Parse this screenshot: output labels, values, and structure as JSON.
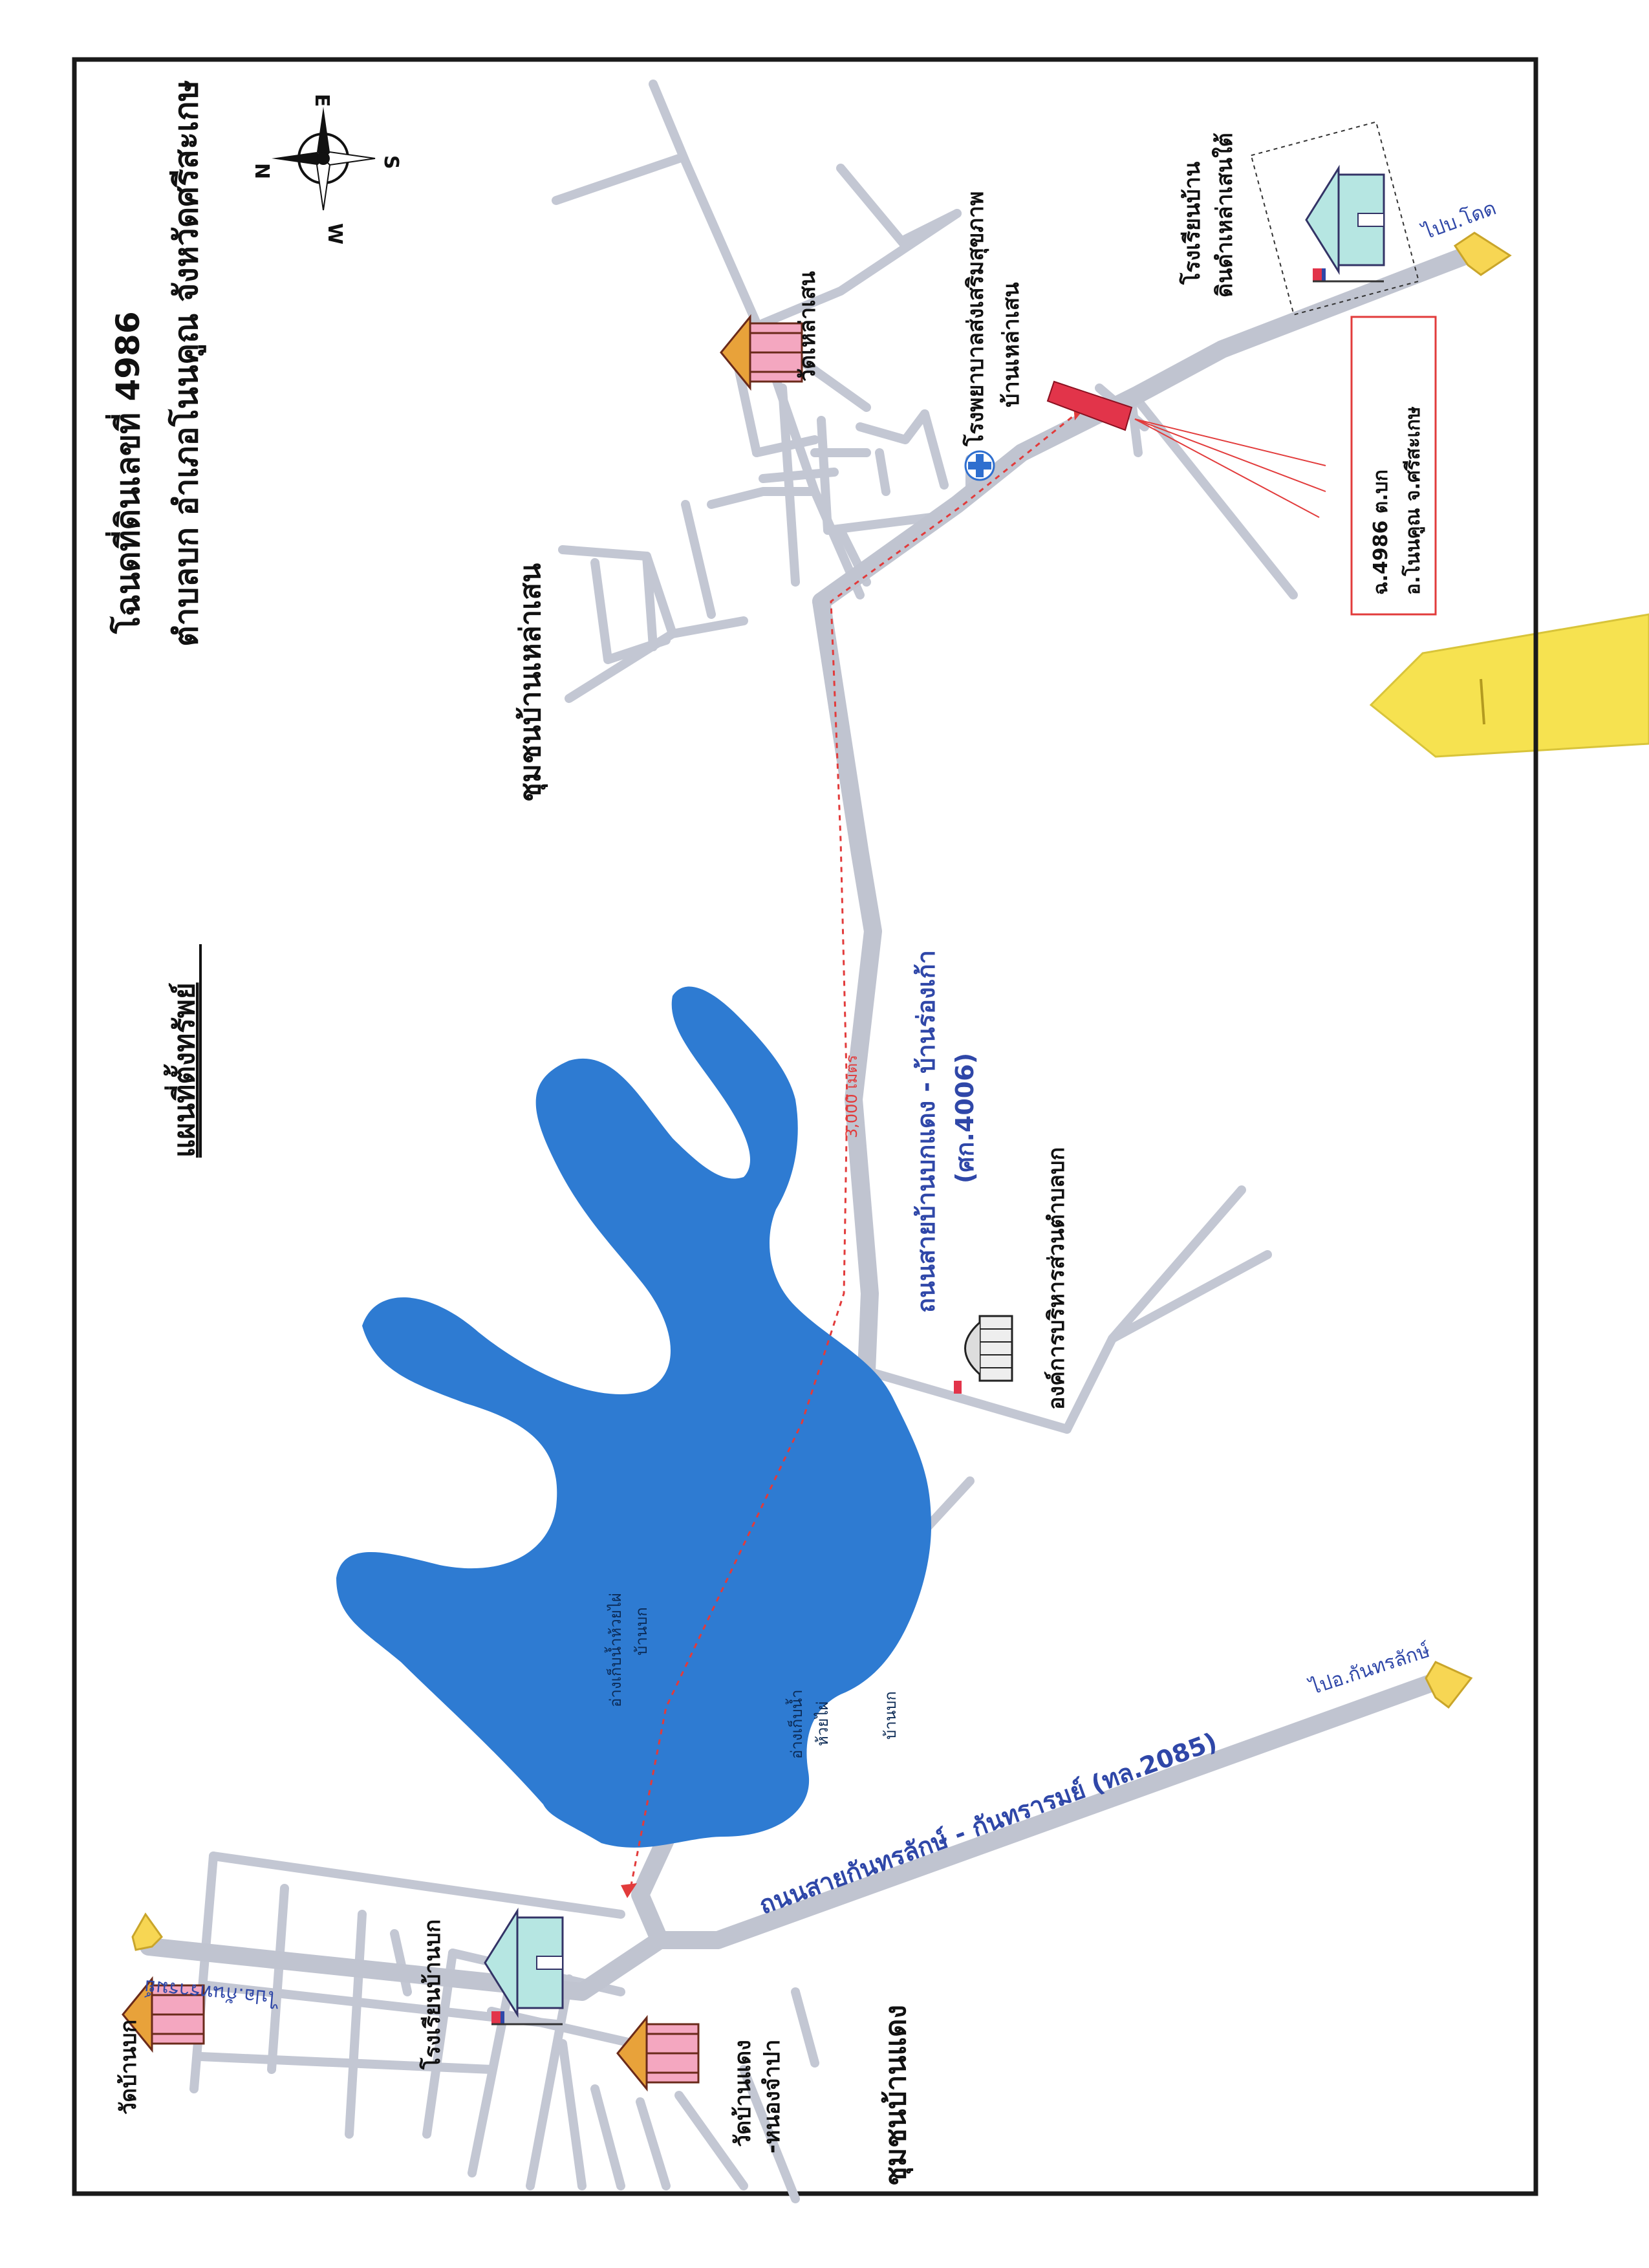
{
  "header": {
    "title_line1": "โฉนดที่ดินเลขที่ 4986",
    "title_line2": "ตำบลบก  อำเภอโนนคูณ  จังหวัดศรีสะเกษ",
    "map_label": "แผนที่ตั้งทรัพย์"
  },
  "compass": {
    "n": "N",
    "e": "E",
    "s": "S",
    "w": "W"
  },
  "communities": {
    "lao_saen": "ชุมชนบ้านเหล่าเสน",
    "ban_daeng": "ชุมชนบ้านแดง"
  },
  "places": {
    "wat_lao_saen": "วัดเหล่าเสน",
    "hospital_line1": "โรงพยาบาลส่งเสริมสุขภาพ",
    "hospital_line2": "บ้านเหล่าเสน",
    "school_north_line1": "โรงเรียนบ้าน",
    "school_north_line2": "ดินดำเหล่าเสนใต้",
    "sao_office": "องค์การบริหารส่วนตำบลบก",
    "wat_ban_bok": "วัดบ้านบก",
    "school_ban_bok": "โรงเรียนบ้านบก",
    "wat_ban_daeng_line1": "วัดบ้านแดง",
    "wat_ban_daeng_line2": "-หนองจำปา"
  },
  "water": {
    "reservoir_big_line1": "อ่างเก็บน้ำห้วยไผ่",
    "reservoir_big_line2": "บ้านบก",
    "reservoir_small_line1": "อ่างเก็บน้ำ",
    "reservoir_small_line2": "ห้วยไผ่",
    "reservoir_small_line3": "บ้านบก"
  },
  "roads": {
    "main_line1": "ถนนสายบ้านบกแดง - บ้านร่องเก้า",
    "main_line2": "(ศก.4006)",
    "kantharalak": "ถนนสายกันทรลักษ์ - กันทรารมย์ (ทล.2085)",
    "to_kantharalak": "ไปอ.กันทรลักษ์",
    "to_kantharalom": "ไปอ.กันทรารมย์",
    "to_dok": "ไปบ.โดด"
  },
  "distance": "3,000 เมตร",
  "parcel": {
    "line1": "ฉ.4986 ต.บก",
    "line2": "อ.โนนคูณ  จ.ศรีสะเกษ"
  },
  "colors": {
    "water": "#2e7bd2",
    "road": "#c3c7d3",
    "road_label": "#2f47a8",
    "parcel": "#e2344a",
    "route": "#e23b3b",
    "frame": "#1a1a1a",
    "arrow": "#f7d653",
    "tag": "#f6e250"
  }
}
